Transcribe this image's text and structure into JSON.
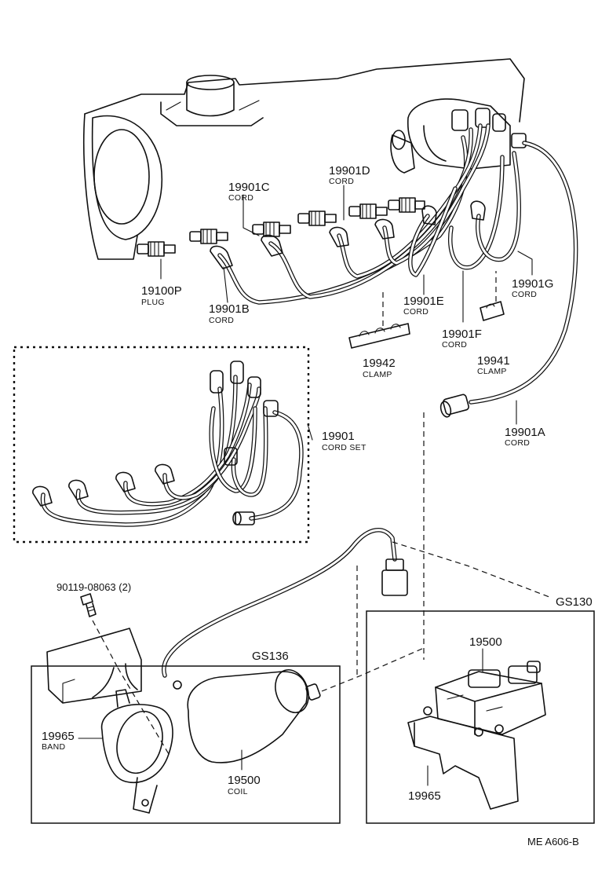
{
  "diagram": {
    "parts": [
      {
        "number": "19901C",
        "name": "CORD"
      },
      {
        "number": "19901D",
        "name": "CORD"
      },
      {
        "number": "19100P",
        "name": "PLUG"
      },
      {
        "number": "19901B",
        "name": "CORD"
      },
      {
        "number": "19901E",
        "name": "CORD"
      },
      {
        "number": "19901G",
        "name": "CORD"
      },
      {
        "number": "19901F",
        "name": "CORD"
      },
      {
        "number": "19942",
        "name": "CLAMP"
      },
      {
        "number": "19941",
        "name": "CLAMP"
      },
      {
        "number": "19901",
        "name": "CORD SET"
      },
      {
        "number": "19901A",
        "name": "CORD"
      },
      {
        "number": "90119-08063 (2)",
        "name": ""
      },
      {
        "number": "19965",
        "name": "BAND"
      },
      {
        "number": "19500",
        "name": "COIL"
      },
      {
        "number": "19500",
        "name": ""
      },
      {
        "number": "19965",
        "name": ""
      }
    ],
    "groups": [
      "GS136",
      "GS130"
    ],
    "reference": "ME A606-B"
  }
}
